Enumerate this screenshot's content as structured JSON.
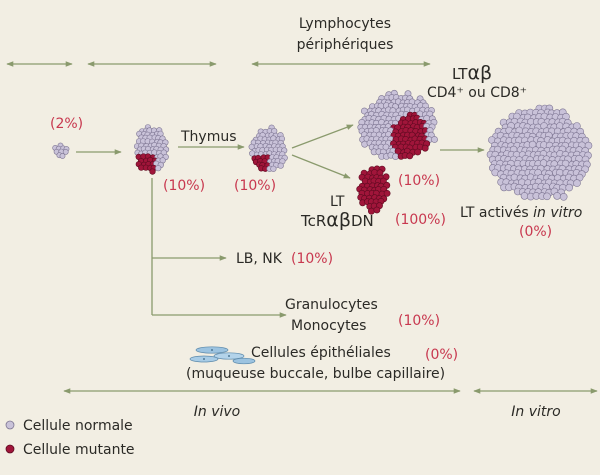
{
  "colors": {
    "background": "#f2eee3",
    "arrow": "#8a9a6d",
    "text": "#2b2a26",
    "percent": "#c8384f",
    "normal_cell": "#c9c2d9",
    "normal_cell_edge": "#7d7592",
    "mutant_cell": "#a0153a",
    "mutant_cell_edge": "#5e0a20",
    "epithelial_cell": "#9cc3e0"
  },
  "labels": {
    "lymphocytes_line1": "Lymphocytes",
    "lymphocytes_line2": "périphériques",
    "lt_ab_prefix": "LT",
    "lt_ab_greek": "αβ",
    "cd4_cd8": "CD4⁺ ou CD8⁺",
    "thymus": "Thymus",
    "lt": "LT",
    "tcr_prefix": "TcR",
    "tcr_greek": "αβ",
    "tcr_suffix": "DN",
    "lt_actives": "LT activés ",
    "in_vitro_inline": "in vitro",
    "lb_nk": "LB, NK",
    "granulocytes": "Granulocytes",
    "monocytes": "Monocytes",
    "epith_line1": "Cellules épithéliales",
    "epith_line2": "(muqueuse buccale, bulbe capillaire)",
    "in_vivo": "In vivo",
    "in_vitro": "In vitro"
  },
  "percentages": {
    "stem": "(2%)",
    "progenitor": "(10%)",
    "thymus": "(10%)",
    "lt_cd4_cd8": "(10%)",
    "lt_dn": "(100%)",
    "lt_activated": "(0%)",
    "lb_nk": "(10%)",
    "granulocytes": "(10%)",
    "epithelial": "(0%)"
  },
  "legend": [
    {
      "name": "legend-normal",
      "label": "Cellule normale",
      "type": "normal"
    },
    {
      "name": "legend-mutant",
      "label": "Cellule mutante",
      "type": "mutant"
    }
  ]
}
